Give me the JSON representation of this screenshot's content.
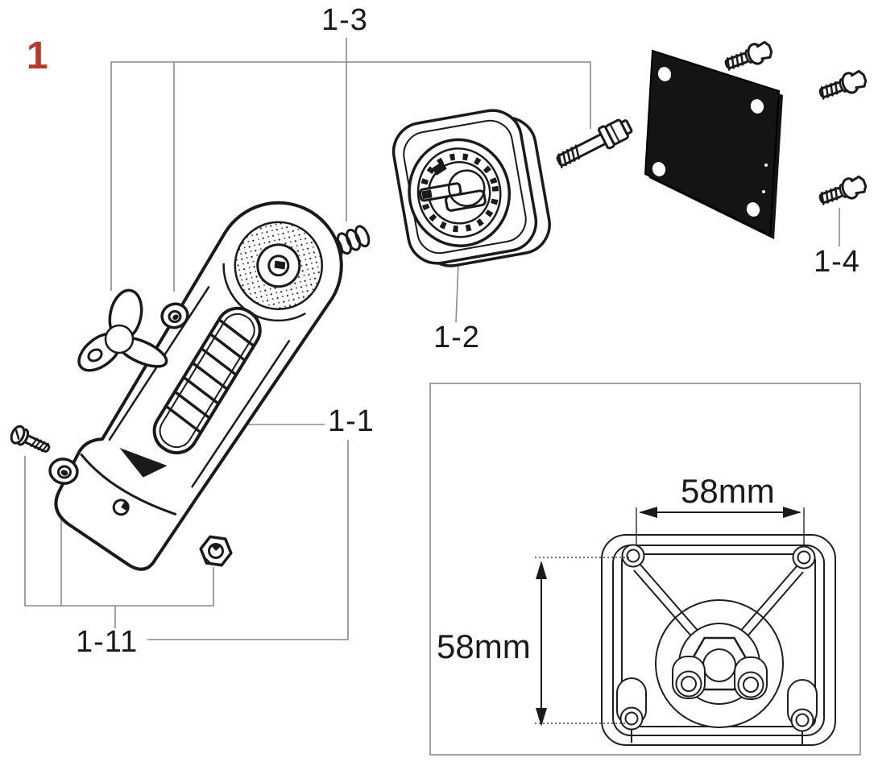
{
  "figure": {
    "number": "1"
  },
  "part_labels": {
    "hardware_kit_top": "1-3",
    "mount_head": "1-2",
    "arm": "1-1",
    "screw_set": "1-4",
    "hardware_kit_bottom": "1-11"
  },
  "inset": {
    "horizontal_dimension": "58mm",
    "vertical_dimension": "58mm"
  },
  "colors": {
    "figure_number": "#b43a2c",
    "line_art": "#1a1a1a",
    "leader_line": "#8a8a8a",
    "plate_fill": "#141414"
  },
  "parts": [
    {
      "label": "1-1",
      "name": "swivel-ratchet-arm"
    },
    {
      "label": "1-2",
      "name": "round-mount-head"
    },
    {
      "label": "1-3",
      "name": "knob-washer-spring-bolt-kit"
    },
    {
      "label": "1-4",
      "name": "adapter-plate-screw-set"
    },
    {
      "label": "1-11",
      "name": "screw-washer-nut-kit"
    }
  ]
}
